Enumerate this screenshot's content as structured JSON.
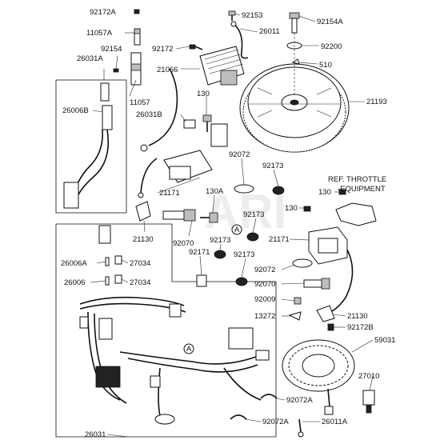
{
  "watermark": "ARI",
  "ref_note": {
    "line1": "REF. THROTTLE",
    "line2": "-EQUIPMENT"
  },
  "callouts": [
    {
      "id": "c92172A_top",
      "text": "92172A"
    },
    {
      "id": "c11057A",
      "text": "11057A"
    },
    {
      "id": "c92154",
      "text": "92154"
    },
    {
      "id": "c26031A",
      "text": "26031A"
    },
    {
      "id": "c26006B",
      "text": "26006B"
    },
    {
      "id": "c11057",
      "text": "11057"
    },
    {
      "id": "c92172",
      "text": "92172"
    },
    {
      "id": "c21066",
      "text": "21066"
    },
    {
      "id": "c130_top",
      "text": "130"
    },
    {
      "id": "c26031B",
      "text": "26031B"
    },
    {
      "id": "c92153",
      "text": "92153"
    },
    {
      "id": "c26011",
      "text": "26011"
    },
    {
      "id": "c92154A",
      "text": "92154A"
    },
    {
      "id": "c92200",
      "text": "92200"
    },
    {
      "id": "c510",
      "text": "510"
    },
    {
      "id": "c21193",
      "text": "21193"
    },
    {
      "id": "c92072_a",
      "text": "92072"
    },
    {
      "id": "c92173_a",
      "text": "92173"
    },
    {
      "id": "c21171_a",
      "text": "21171"
    },
    {
      "id": "c130A",
      "text": "130A"
    },
    {
      "id": "c130_r1",
      "text": "130"
    },
    {
      "id": "c130_r2",
      "text": "130"
    },
    {
      "id": "c92173_b",
      "text": "92173"
    },
    {
      "id": "c21130_a",
      "text": "21130"
    },
    {
      "id": "c92070_a",
      "text": "92070"
    },
    {
      "id": "c92173_c",
      "text": "92173"
    },
    {
      "id": "c92173_d",
      "text": "92173"
    },
    {
      "id": "c92171",
      "text": "92171"
    },
    {
      "id": "c21171_b",
      "text": "21171"
    },
    {
      "id": "c26006A",
      "text": "26006A"
    },
    {
      "id": "c27034_a",
      "text": "27034"
    },
    {
      "id": "c26006",
      "text": "26006"
    },
    {
      "id": "c27034_b",
      "text": "27034"
    },
    {
      "id": "c92072_b",
      "text": "92072"
    },
    {
      "id": "c92070_b",
      "text": "92070"
    },
    {
      "id": "c92009",
      "text": "92009"
    },
    {
      "id": "c13272",
      "text": "13272"
    },
    {
      "id": "c21130_b",
      "text": "21130"
    },
    {
      "id": "c92172B",
      "text": "92172B"
    },
    {
      "id": "c59031",
      "text": "59031"
    },
    {
      "id": "c27010",
      "text": "27010"
    },
    {
      "id": "c92072A_a",
      "text": "92072A"
    },
    {
      "id": "c92072A_b",
      "text": "92072A"
    },
    {
      "id": "c26011A",
      "text": "26011A"
    },
    {
      "id": "c26031",
      "text": "26031"
    }
  ],
  "ref_markers": [
    {
      "id": "markerA_1",
      "text": "A"
    },
    {
      "id": "markerA_2",
      "text": "A"
    }
  ]
}
